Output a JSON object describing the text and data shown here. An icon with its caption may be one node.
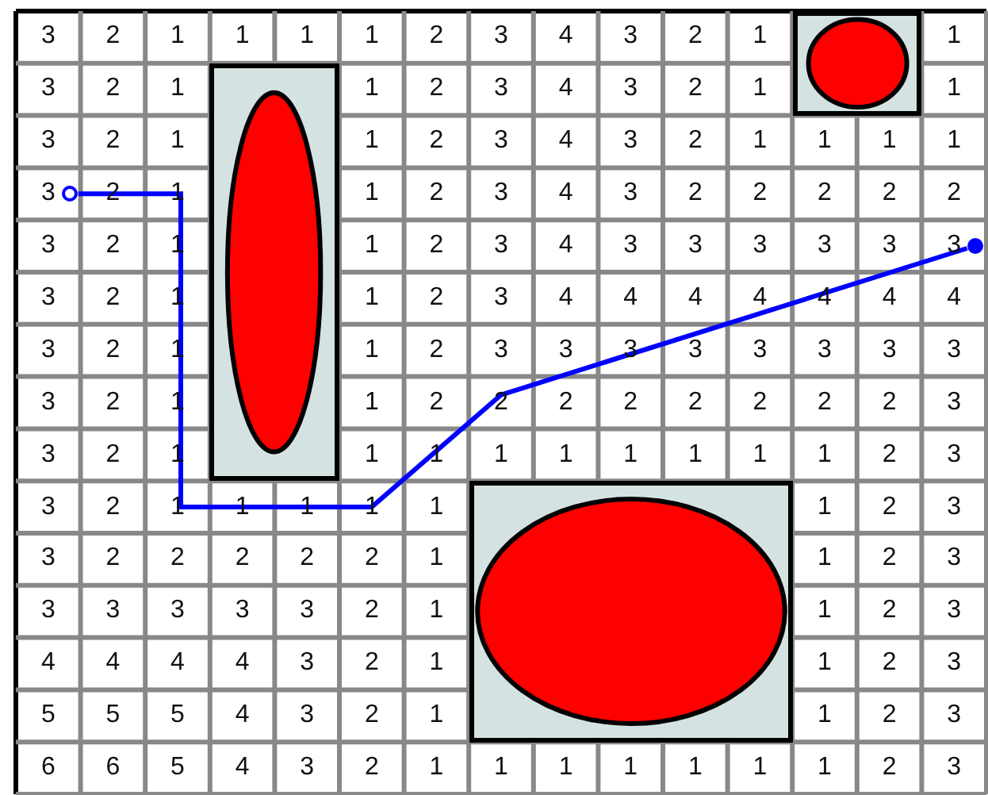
{
  "diagram": {
    "nodes": [
      {
        "text": [],
        "shape": "box"
      },
      {
        "text": [],
        "shape": "box"
      },
      {
        "text": [],
        "shape": "circle"
      },
      {
        "text": [],
        "shape": "circle"
      },
      {
        "text": [],
        "shape": "box"
      }
    ],
    "edges": [
      {
        "from": 2,
        "to": 3,
        "arrow": "none"
      }
    ],
    "labels": [
      "3",
      "2",
      "1",
      "1",
      "1",
      "1",
      "2",
      "3",
      "4",
      "3",
      "2",
      "1",
      "1",
      "3",
      "2",
      "1",
      "1",
      "2",
      "3",
      "4",
      "3",
      "2",
      "1",
      "1",
      "3",
      "2",
      "1",
      "1",
      "2",
      "3",
      "4",
      "3",
      "2",
      "1",
      "1",
      "1",
      "1",
      "3",
      "2",
      "1",
      "1",
      "2",
      "3",
      "4",
      "3",
      "2",
      "2",
      "2",
      "2",
      "2",
      "3",
      "2",
      "1",
      "1",
      "2",
      "3",
      "4",
      "3",
      "3",
      "3",
      "3",
      "3",
      "3",
      "3",
      "2",
      "1",
      "1",
      "2",
      "3",
      "4",
      "4",
      "4",
      "4",
      "4",
      "4",
      "4",
      "3",
      "2",
      "1",
      "1",
      "2",
      "3",
      "3",
      "3",
      "3",
      "3",
      "3",
      "3",
      "3",
      "3",
      "2",
      "1",
      "1",
      "2",
      "2",
      "2",
      "2",
      "2",
      "2",
      "2",
      "2",
      "3",
      "3",
      "2",
      "1",
      "1",
      "1",
      "1",
      "1",
      "1",
      "1",
      "1",
      "1",
      "2",
      "3",
      "3",
      "2",
      "1",
      "1",
      "1",
      "1",
      "1",
      "1",
      "2",
      "3",
      "3",
      "2",
      "2",
      "2",
      "2",
      "2",
      "1",
      "1",
      "2",
      "3",
      "3",
      "3",
      "3",
      "3",
      "3",
      "2",
      "1",
      "1",
      "2",
      "3",
      "4",
      "4",
      "4",
      "4",
      "3",
      "2",
      "1",
      "1",
      "2",
      "3",
      "5",
      "5",
      "5",
      "4",
      "3",
      "2",
      "1",
      "1",
      "2",
      "3",
      "6",
      "6",
      "5",
      "4",
      "3",
      "2",
      "1",
      "1",
      "1",
      "1",
      "1",
      "1",
      "1",
      "2",
      "3"
    ]
  }
}
